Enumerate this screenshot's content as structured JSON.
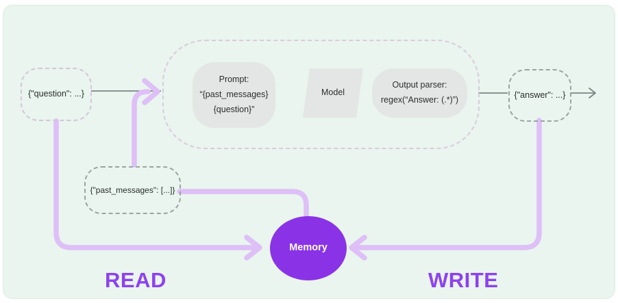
{
  "diagram": {
    "nodes": {
      "question": {
        "label": "{\"question\": ...}"
      },
      "prompt": {
        "lines": [
          "Prompt:",
          "“{past_messages}",
          "{question}”"
        ]
      },
      "model": {
        "label": "Model"
      },
      "output_parser": {
        "lines": [
          "Output parser:",
          "regex(“Answer: (.*)”)"
        ]
      },
      "answer": {
        "label": "{\"answer\": ...}"
      },
      "past_messages": {
        "label": "{\"past_messages\": [...]}"
      },
      "memory": {
        "label": "Memory"
      }
    },
    "labels": {
      "read": "READ",
      "write": "WRITE"
    },
    "colors": {
      "panel_background": "#e9f5ee",
      "node_fill_gray": "#e4e6e5",
      "dashed_border_gray": "#9aa4a2",
      "dashed_border_mauve": "#d6c4da",
      "wire_gray": "#7b8584",
      "wire_purple": "#debff7",
      "memory_fill": "#8a33e6",
      "flow_label_purple": "#8e41f0"
    }
  }
}
